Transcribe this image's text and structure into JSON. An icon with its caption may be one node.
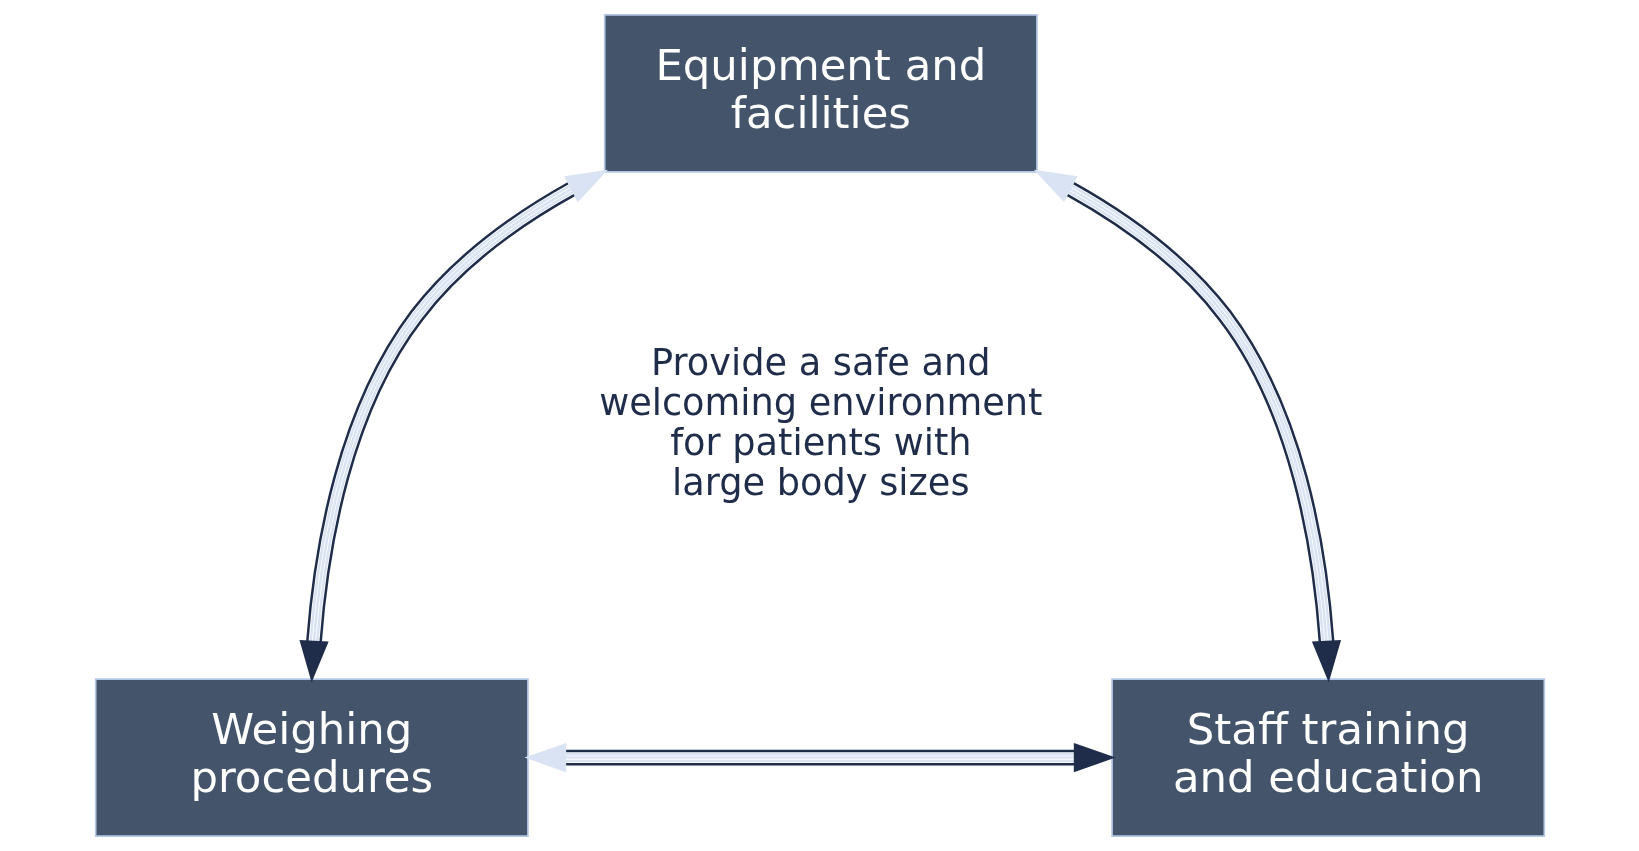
{
  "diagram": {
    "nodes": [
      {
        "text": [
          "Equipment and facilities"
        ]
      },
      {
        "text": [
          "Weighing procedures"
        ]
      },
      {
        "text": [
          "Staff training and education"
        ]
      }
    ],
    "edges": [
      {
        "from": 0,
        "to": 1,
        "arrow": "both"
      },
      {
        "from": 0,
        "to": 2,
        "arrow": "both"
      },
      {
        "from": 1,
        "to": 2,
        "arrow": "both"
      }
    ],
    "labels": [
      "Provide a safe and welcoming environment for patients with large body sizes"
    ]
  }
}
